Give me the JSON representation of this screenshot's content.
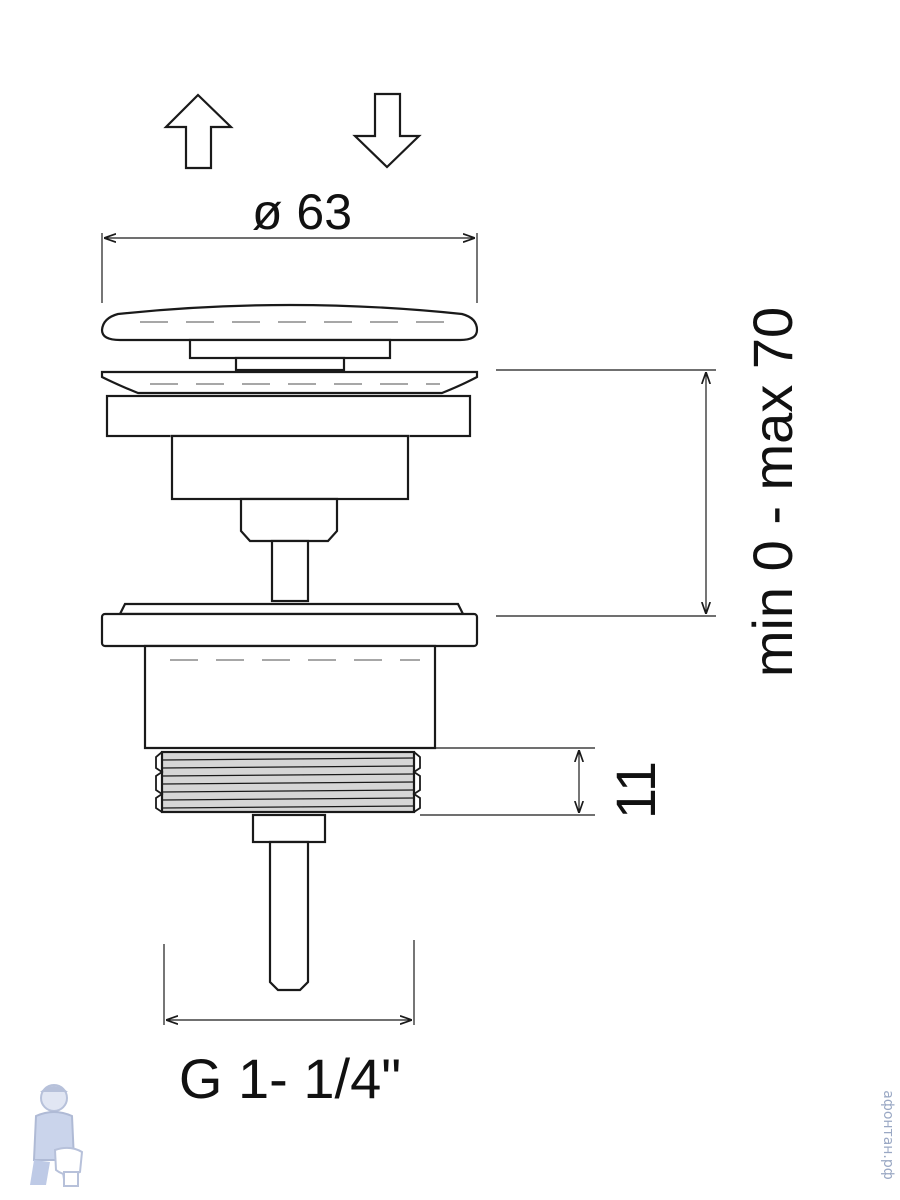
{
  "labels": {
    "diameter": "ø 63",
    "stroke_range": "min 0 - max 70",
    "thread_height": "11",
    "thread_size": "G 1- 1/4\""
  },
  "watermark": {
    "text": "афонтан.рф",
    "mascot_icon": "plumber-mascot-icon"
  },
  "colors": {
    "line": "#1a1a1a",
    "hidden_line": "#8a8a8a",
    "thread_fill": "#d6d6d6",
    "watermark": "#9aa8c4"
  },
  "icons": {
    "up": "arrow-up-icon",
    "down": "arrow-down-icon"
  }
}
